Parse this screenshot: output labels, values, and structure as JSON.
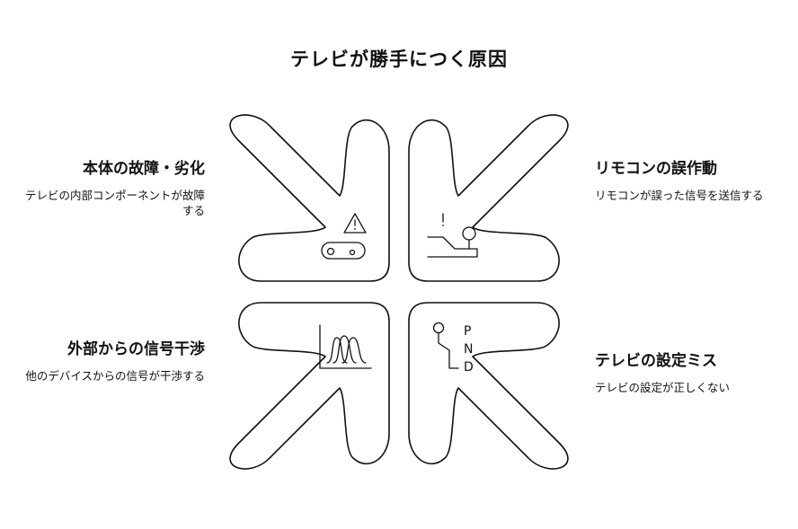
{
  "title": "テレビが勝手につく原因",
  "causes": [
    {
      "heading": "本体の故障・劣化",
      "desc": "テレビの内部コンポーネントが故障する",
      "icon": "warning-conveyor-icon"
    },
    {
      "heading": "リモコンの誤作動",
      "desc": "リモコンが誤った信号を送信する",
      "icon": "joystick-icon"
    },
    {
      "heading": "外部からの信号干渉",
      "desc": "他のデバイスからの信号が干渉する",
      "icon": "signal-waves-icon"
    },
    {
      "heading": "テレビの設定ミス",
      "desc": "テレビの設定が正しくない",
      "icon": "gear-shift-icon"
    }
  ],
  "gear_shift": {
    "p": "P",
    "n": "N",
    "d": "D"
  }
}
